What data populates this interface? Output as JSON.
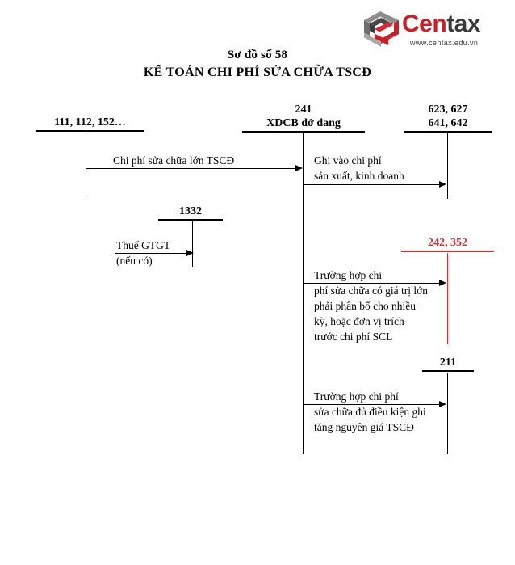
{
  "logo": {
    "mark_name": "centax-hexagon-logo",
    "word_red": "Cen",
    "word_dark": "tax",
    "url": "www.centax.edu.vn",
    "color_red": "#cc2026",
    "color_dark": "#3a3a3a"
  },
  "header": {
    "diagram_number": "Sơ đồ số 58",
    "title": "KẾ TOÁN CHI PHÍ SỬA CHỮA TSCĐ"
  },
  "accounts": {
    "source": {
      "label": "111, 112, 152…"
    },
    "center": {
      "number": "241",
      "name": "XDCB dở dang"
    },
    "expense": {
      "line1": "623, 627",
      "line2": "641, 642"
    },
    "vat": {
      "number": "1332"
    },
    "prepaid": {
      "number": "242, 352",
      "color": "#e8262d"
    },
    "fixed_asset": {
      "number": "211"
    }
  },
  "flows": {
    "repair_cost": "Chi phí sửa chữa lớn TSCĐ",
    "to_production": "Ghi vào chi phí\nsản xuất, kinh doanh",
    "vat_tax": "Thuế GTGT\n(nếu có)",
    "allocate": "Trường hợp chi\nphí sửa chữa có giá trị lớn\nphải phân bổ cho nhiều\nkỳ, hoặc đơn vị trích\ntrước chi phí SCL",
    "capitalize": "Trường hợp chi phí\nsửa chữa đủ điều kiện ghi\ntăng nguyên giá TSCĐ"
  }
}
